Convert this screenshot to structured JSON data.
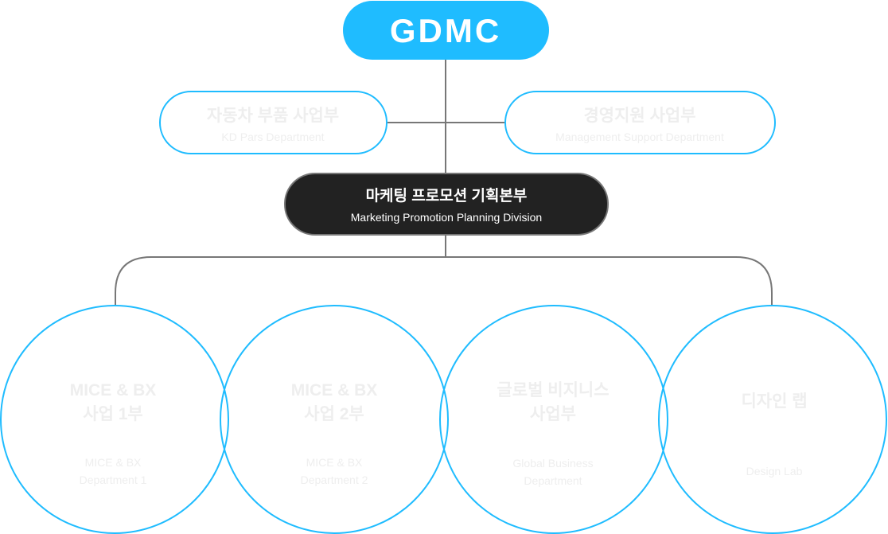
{
  "root": {
    "label": "GDMC"
  },
  "side_left": {
    "title": "자동차 부품 사업부",
    "subtitle": "KD Pars Department"
  },
  "side_right": {
    "title": "경영지원 사업부",
    "subtitle": "Management Support Department"
  },
  "center": {
    "title": "마케팅 프로모션 기획본부",
    "subtitle": "Marketing Promotion Planning Division"
  },
  "departments": [
    {
      "title1": "MICE & BX",
      "title2": "사업 1부",
      "sub1": "MICE & BX",
      "sub2": "Department 1"
    },
    {
      "title1": "MICE & BX",
      "title2": "사업 2부",
      "sub1": "MICE & BX",
      "sub2": "Department 2"
    },
    {
      "title1": "글로벌 비지니스",
      "title2": "사업부",
      "sub1": "Global Business",
      "sub2": "Department"
    },
    {
      "title1": "디자인 랩",
      "sub1": "Design Lab"
    }
  ],
  "colors": {
    "accent": "#1fbcff",
    "dark": "#222222",
    "line": "#777777"
  }
}
